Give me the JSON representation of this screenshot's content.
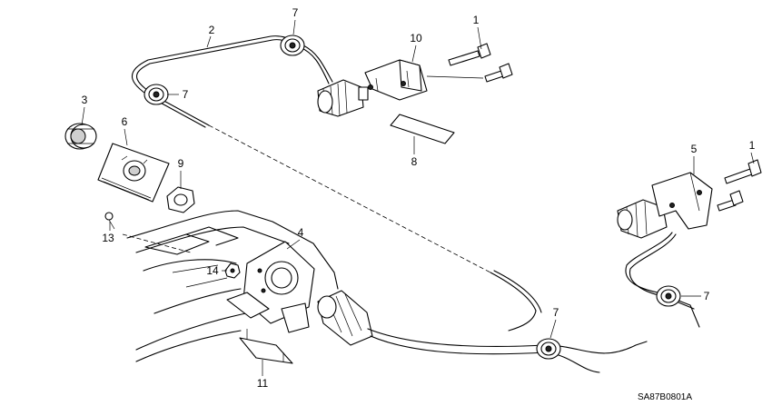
{
  "diagram": {
    "callouts": [
      {
        "id": "c1a",
        "label": "1"
      },
      {
        "id": "c1b",
        "label": "1"
      },
      {
        "id": "c2",
        "label": "2"
      },
      {
        "id": "c3",
        "label": "3"
      },
      {
        "id": "c4",
        "label": "4"
      },
      {
        "id": "c5",
        "label": "5"
      },
      {
        "id": "c6",
        "label": "6"
      },
      {
        "id": "c7a",
        "label": "7"
      },
      {
        "id": "c7b",
        "label": "7"
      },
      {
        "id": "c7c",
        "label": "7"
      },
      {
        "id": "c7d",
        "label": "7"
      },
      {
        "id": "c8",
        "label": "8"
      },
      {
        "id": "c9",
        "label": "9"
      },
      {
        "id": "c10",
        "label": "10"
      },
      {
        "id": "c11",
        "label": "11"
      },
      {
        "id": "c13",
        "label": "13"
      },
      {
        "id": "c14",
        "label": "14"
      }
    ],
    "diagram_code": "SA87B0801A"
  }
}
